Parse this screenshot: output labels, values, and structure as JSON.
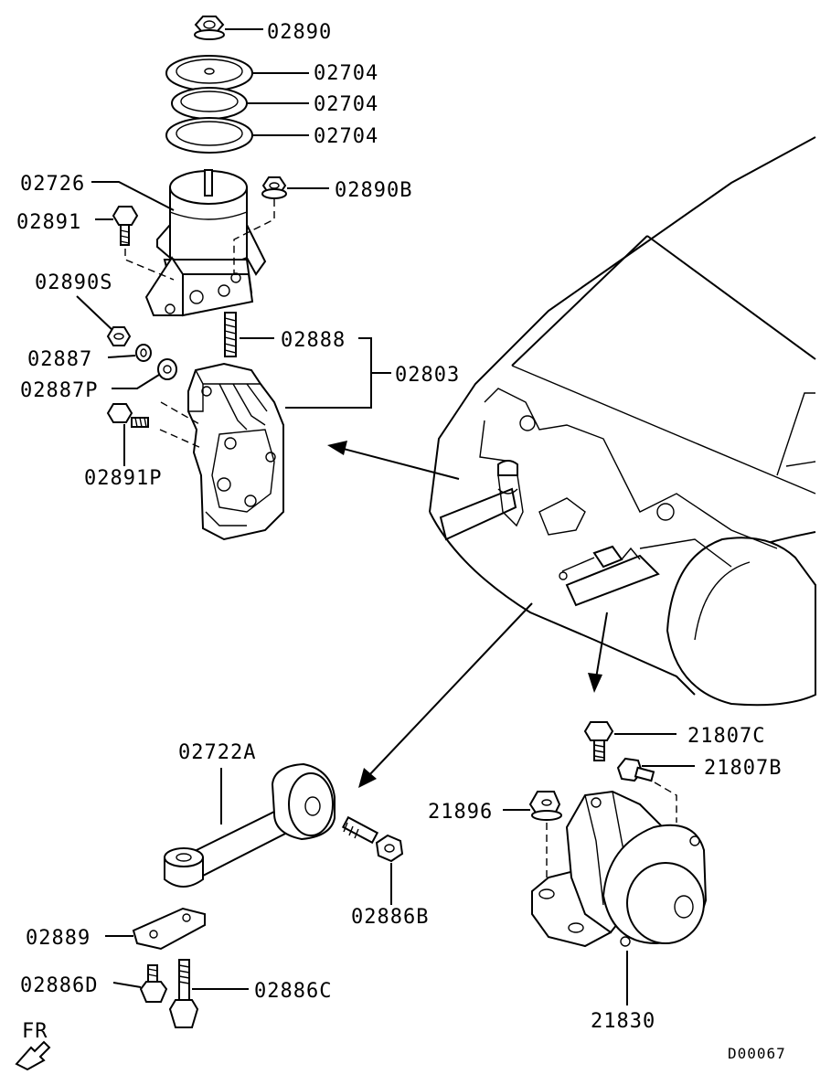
{
  "labels": {
    "p02890": "02890",
    "p02704a": "02704",
    "p02704b": "02704",
    "p02704c": "02704",
    "p02726": "02726",
    "p02890B": "02890B",
    "p02891": "02891",
    "p02890S": "02890S",
    "p02888": "02888",
    "p02887": "02887",
    "p02803": "02803",
    "p02887P": "02887P",
    "p02891P": "02891P",
    "p02722A": "02722A",
    "p21807C": "21807C",
    "p21807B": "21807B",
    "p21896": "21896",
    "p02886B": "02886B",
    "p02889": "02889",
    "p02886D": "02886D",
    "p02886C": "02886C",
    "p21830": "21830"
  },
  "direction_label": "FR",
  "diagram_code": "D00067",
  "icons": {
    "direction": "front-arrow-icon"
  }
}
